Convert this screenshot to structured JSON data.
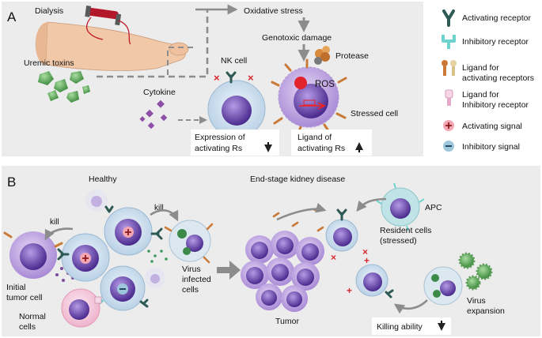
{
  "panel_a": {
    "letter": "A",
    "dialysis": "Dialysis",
    "uremic_toxins": "Uremic toxins",
    "cytokine": "Cytokine",
    "nk_cell": "NK cell",
    "oxidative_stress": "Oxidative stress",
    "genotoxic_damage": "Genotoxic damage",
    "protease": "Protease",
    "ros": "ROS",
    "stressed_cell": "Stressed cell",
    "expression_line1": "Expression of",
    "expression_line2": "activating Rs",
    "expression_arrow": "down",
    "ligand_line1": "Ligand of",
    "ligand_line2": "activating Rs",
    "ligand_arrow": "up"
  },
  "legend": {
    "items": [
      {
        "icon": "activating-receptor-icon",
        "label_lines": [
          "Activating receptor"
        ]
      },
      {
        "icon": "inhibitory-receptor-icon",
        "label_lines": [
          "Inhibitory receptor"
        ]
      },
      {
        "icon": "activating-ligand-icon",
        "label_lines": [
          "Ligand for",
          "activating receptors"
        ]
      },
      {
        "icon": "inhibitory-ligand-icon",
        "label_lines": [
          "Ligand for",
          "Inhibitory receptor"
        ]
      },
      {
        "icon": "activating-signal-icon",
        "label_lines": [
          "Activating signal"
        ]
      },
      {
        "icon": "inhibitory-signal-icon",
        "label_lines": [
          "Inhibitory signal"
        ]
      }
    ]
  },
  "panel_b": {
    "letter": "B",
    "healthy": "Healthy",
    "eskd": "End-stage kidney disease",
    "kill_left": "kill",
    "kill_right": "kill",
    "initial_tumor_line1": "Initial",
    "initial_tumor_line2": "tumor cell",
    "virus_infected_line1": "Virus",
    "virus_infected_line2": "infected",
    "virus_infected_line3": "cells",
    "normal_cells_line1": "Normal",
    "normal_cells_line2": "cells",
    "tumor": "Tumor",
    "apc": "APC",
    "resident_line1": "Resident cells",
    "resident_line2": "(stressed)",
    "virus_expansion_line1": "Virus",
    "virus_expansion_line2": "expansion",
    "killing_ability": "Killing ability",
    "killing_arrow": "down"
  },
  "colors": {
    "panel_bg": "#ececec",
    "activating_receptor": "#2e5a55",
    "inhibitory_receptor": "#6fd3cd",
    "ligand_activating": "#c97a38",
    "ligand_inhibitory": "#e6a9cc",
    "nk_cell_body": "#cfe0ee",
    "nucleus": "#6b45b0",
    "tumor": "#a98ad6",
    "activating_signal": "#f4a7b2",
    "inhibitory_signal": "#9fc7dc",
    "cross": "#d9272e",
    "virus": "#6fb26c",
    "arrow_gray": "#8c8c8c"
  }
}
